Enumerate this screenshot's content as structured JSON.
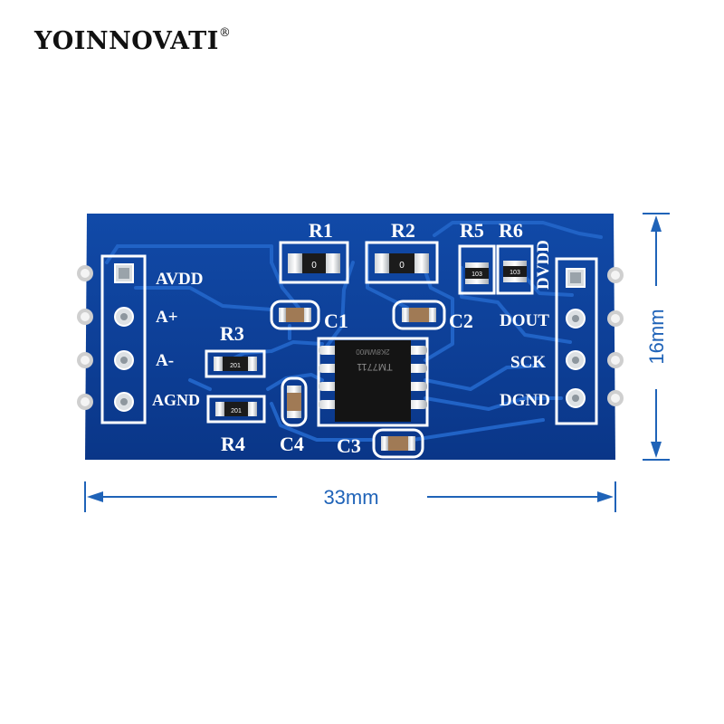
{
  "brand": {
    "name": "YOINNOVATI",
    "mark": "®"
  },
  "board": {
    "left_pins": [
      "AVDD",
      "A+",
      "A-",
      "AGND"
    ],
    "right_pins": [
      "DOUT",
      "SCK",
      "DGND"
    ],
    "right_vertical_label": "DVDD",
    "components": {
      "r1": "R1",
      "r2": "R2",
      "r3": "R3",
      "r4": "R4",
      "r5": "R5",
      "r6": "R6",
      "c1": "C1",
      "c2": "C2",
      "c3": "C3",
      "c4": "C4"
    },
    "resistor_marks": {
      "r1": "0",
      "r2": "0",
      "r3": "201",
      "r4": "201",
      "r5": "103",
      "r6": "103"
    },
    "chip_marking": [
      "TM7711",
      "2K8WM00"
    ]
  },
  "dimensions": {
    "width": "33mm",
    "height": "16mm"
  },
  "colors": {
    "pcb": "#0d3f9a",
    "pcb_trace": "#1f5dc0",
    "silkscreen": "#ffffff",
    "dimension": "#1f63b8"
  }
}
